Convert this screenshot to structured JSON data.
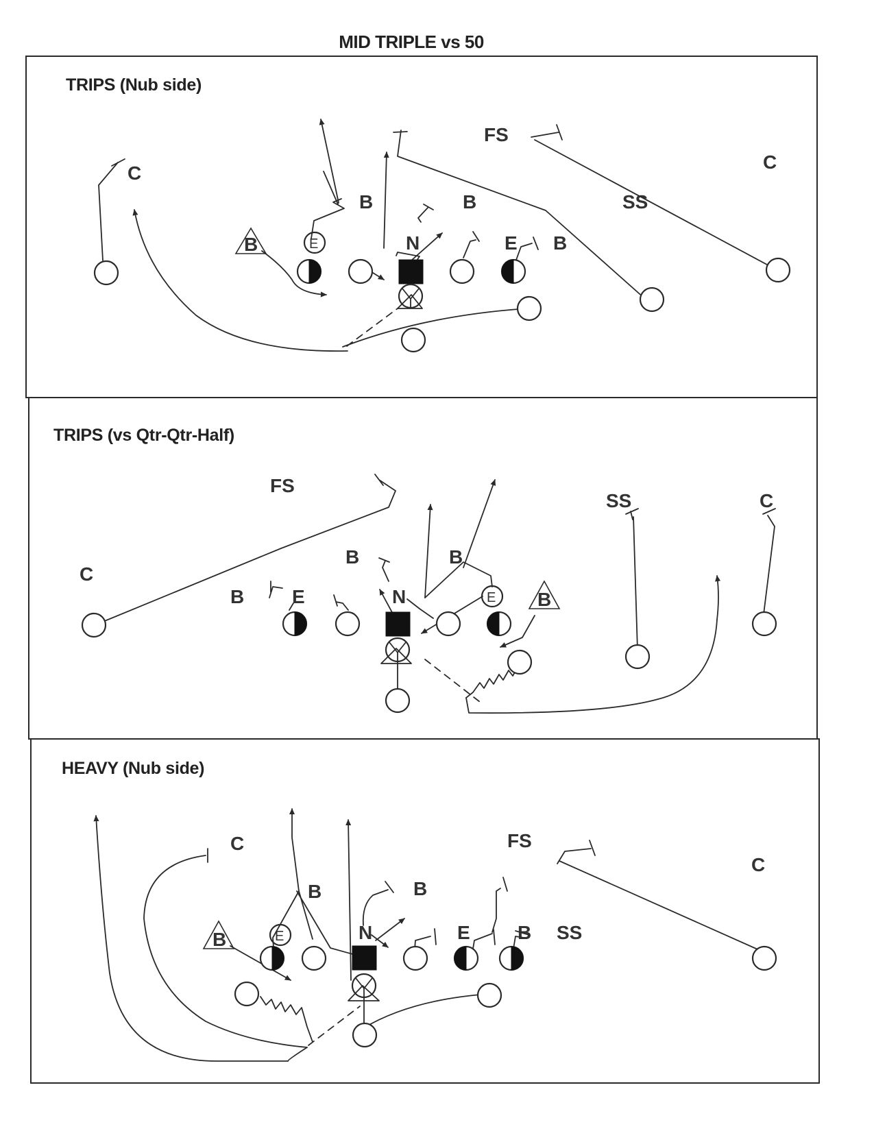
{
  "title": "MID TRIPLE vs 50",
  "panels": [
    {
      "title": "TRIPS (Nub side)",
      "labels": {
        "c_left": "C",
        "b_lb1": "B",
        "b_lb2": "B",
        "fs": "FS",
        "c_right": "C",
        "ss": "SS",
        "b_tri": "B",
        "e_circ": "E",
        "n": "N",
        "e_right": "E",
        "b_right": "B"
      }
    },
    {
      "title": "TRIPS (vs Qtr-Qtr-Half)",
      "labels": {
        "fs": "FS",
        "ss": "SS",
        "c_right": "C",
        "c_left": "C",
        "b_lb1": "B",
        "b_lb2": "B",
        "b_left": "B",
        "e_left": "E",
        "n": "N",
        "e_circ": "E",
        "b_tri": "B"
      }
    },
    {
      "title": "HEAVY (Nub side)",
      "labels": {
        "c_left": "C",
        "fs": "FS",
        "c_right": "C",
        "b_lb1": "B",
        "b_lb2": "B",
        "b_tri": "B",
        "e_circ": "E",
        "n": "N",
        "e_right": "E",
        "b_right": "B",
        "ss": "SS"
      }
    }
  ]
}
